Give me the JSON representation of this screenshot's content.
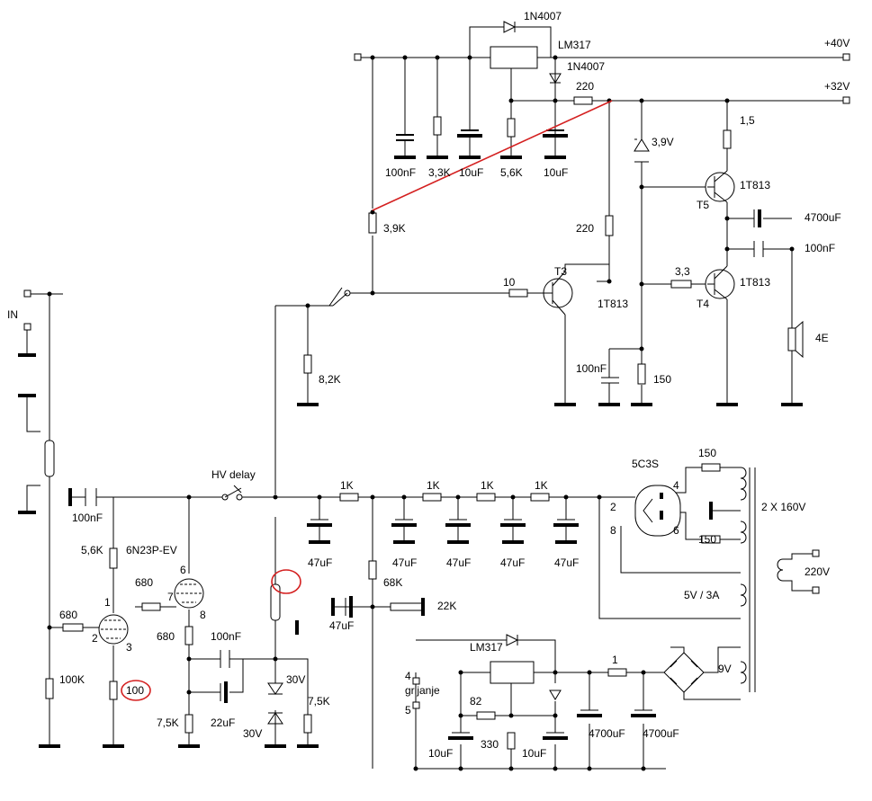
{
  "colors": {
    "wire": "#000000",
    "annotation": "#d42020",
    "background": "#ffffff"
  },
  "labels": {
    "d_top": "1N4007",
    "lm317_top": "LM317",
    "v40": "+40V",
    "d_mid": "1N4007",
    "r220_top": "220",
    "v32": "+32V",
    "c100n_top": "100nF",
    "r33k": "3,3K",
    "c10u_a": "10uF",
    "r56k": "5,6K",
    "c10u_b": "10uF",
    "z39": "3,9V",
    "r15": "1,5",
    "t5_type": "1T813",
    "t5": "T5",
    "c4700_top": "4700uF",
    "c100n_right": "100nF",
    "r39k": "3,9K",
    "r220_mid": "220",
    "r10": "10",
    "t3": "T3",
    "t3_type": "1T813",
    "r33": "3,3",
    "t4_type": "1T813",
    "t4": "T4",
    "speaker": "4E",
    "in": "IN",
    "r82k": "8,2K",
    "c100n_t3": "100nF",
    "r150_t3": "150",
    "hv_delay": "HV delay",
    "c100n_in": "100nF",
    "r1k_a": "1K",
    "r1k_b": "1K",
    "r1k_c": "1K",
    "r1k_d": "1K",
    "tube_5c3s": "5C3S",
    "r150_a": "150",
    "r150_b": "150",
    "secondary_hv": "2 X 160V",
    "r56k_left": "5,6K",
    "tube_6n23": "6N23P-EV",
    "pin6": "6",
    "r680_a": "680",
    "pin7": "7",
    "pin8": "8",
    "pin1": "1",
    "r680_b": "680",
    "pin2": "2",
    "pin3": "3",
    "c47u_a": "47uF",
    "c47u_b": "47uF",
    "c47u_c": "47uF",
    "c47u_d": "47uF",
    "c47u_e": "47uF",
    "r68k": "68K",
    "c47u_f": "47uF",
    "r22k": "22K",
    "rect_pin2": "2",
    "rect_pin8": "8",
    "rect_pin4": "4",
    "rect_pin6": "6",
    "mains": "220V",
    "heater": "5V / 3A",
    "r680_c": "680",
    "c100n_mid": "100nF",
    "lm317_bot": "LM317",
    "r1_bot": "1",
    "heat_4": "4",
    "grijanje": "grijanje",
    "heat_5": "5",
    "secondary_lv": "9V",
    "r100k": "100K",
    "r100": "100",
    "r75k_a": "7,5K",
    "c22u": "22uF",
    "z30_a": "30V",
    "r75k_b": "7,5K",
    "z30_b": "30V",
    "r82": "82",
    "r330": "330",
    "c10u_c": "10uF",
    "c10u_d": "10uF",
    "c4700_a": "4700uF",
    "c4700_b": "4700uF"
  }
}
